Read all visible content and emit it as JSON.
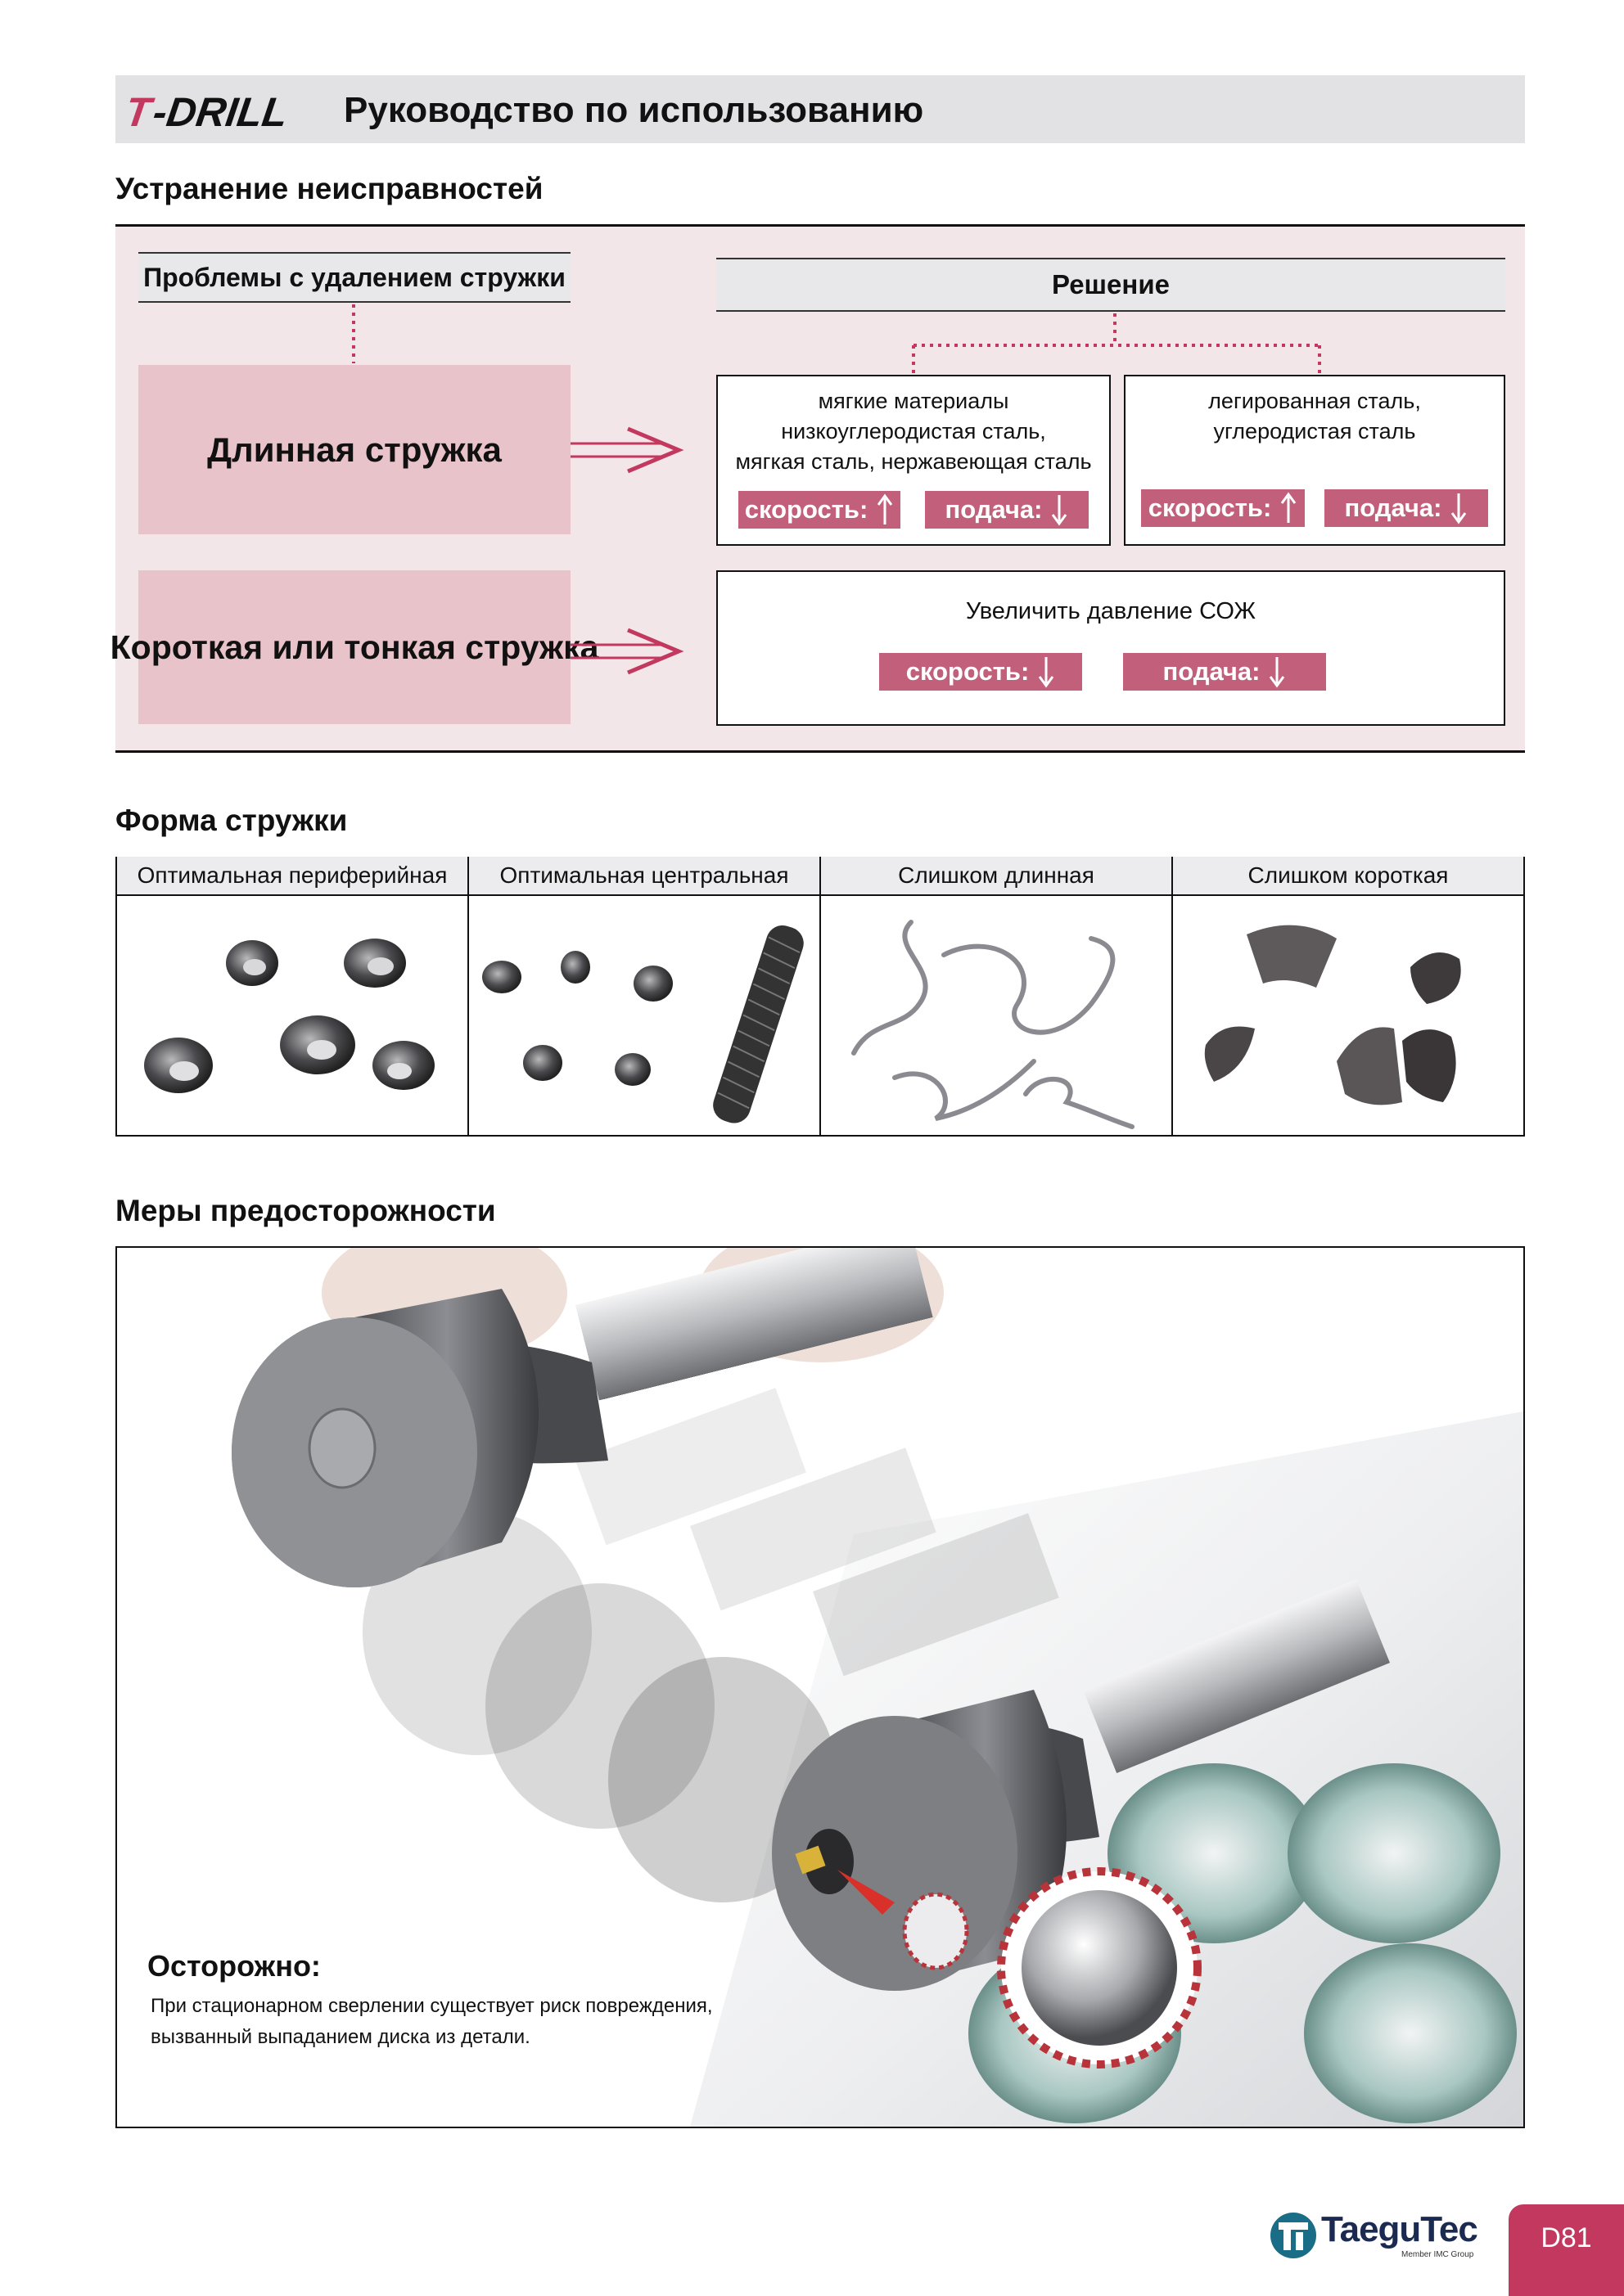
{
  "header": {
    "logo_text": "T-DRILL",
    "title": "Руководство по использованию"
  },
  "troubleshooting": {
    "title": "Устранение неисправностей",
    "problems_header": "Проблемы с удалением стружки",
    "solution_header": "Решение",
    "long_chip": "Длинная стружка",
    "short_chip": "Короткая или тонкая стружка",
    "soft_materials": {
      "lines": [
        "мягкие материалы",
        "низкоуглеродистая сталь,",
        "мягкая сталь, нержавеющая сталь"
      ],
      "speed": "скорость:",
      "speed_dir": "up",
      "feed": "подача:",
      "feed_dir": "down"
    },
    "alloy_steel": {
      "lines": [
        "легированная сталь,",
        "углеродистая сталь"
      ],
      "speed": "скорость:",
      "speed_dir": "up",
      "feed": "подача:",
      "feed_dir": "down"
    },
    "coolant": {
      "text": "Увеличить давление СОЖ",
      "speed": "скорость:",
      "speed_dir": "down",
      "feed": "подача:",
      "feed_dir": "down"
    }
  },
  "chip_shape": {
    "title": "Форма стружки",
    "columns": [
      "Оптимальная периферийная",
      "Оптимальная центральная",
      "Слишком длинная",
      "Слишком короткая"
    ]
  },
  "precautions": {
    "title": "Меры предосторожности",
    "caution_title": "Осторожно:",
    "caution_lines": [
      "При стационарном сверлении существует риск повреждения,",
      "вызванный выпаданием диска из детали."
    ]
  },
  "footer": {
    "brand": "TaeguTec",
    "brand_sub": "Member IMC Group",
    "page": "D81"
  },
  "colors": {
    "accent": "#c2385f",
    "tag": "#c2607c",
    "panel_bg": "#f2e6e8",
    "problem_box": "#e8c3c9",
    "header_gray": "#e2e2e4"
  }
}
